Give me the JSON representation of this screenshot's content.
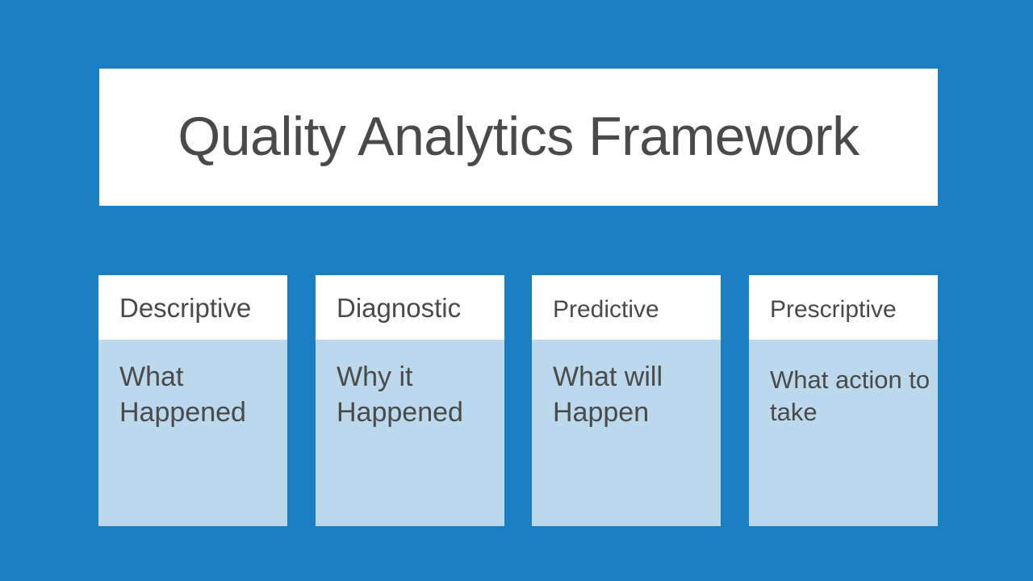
{
  "slide": {
    "background_color": "#1B7FC4",
    "title": "Quality Analytics Framework",
    "title_color": "#4A4A4A",
    "title_banner_color": "#FFFFFF"
  },
  "cards": [
    {
      "header": "Descriptive",
      "body": "What Happened",
      "header_bg": "#FFFFFF",
      "body_bg": "#BCD8EC"
    },
    {
      "header": "Diagnostic",
      "body": "Why it Happened",
      "header_bg": "#FFFFFF",
      "body_bg": "#BCD8EC"
    },
    {
      "header": "Predictive",
      "body": "What will Happen",
      "header_bg": "#FFFFFF",
      "body_bg": "#BCD8EC"
    },
    {
      "header": "Prescriptive",
      "body": "What action to take",
      "header_bg": "#FFFFFF",
      "body_bg": "#BCD8EC"
    }
  ]
}
